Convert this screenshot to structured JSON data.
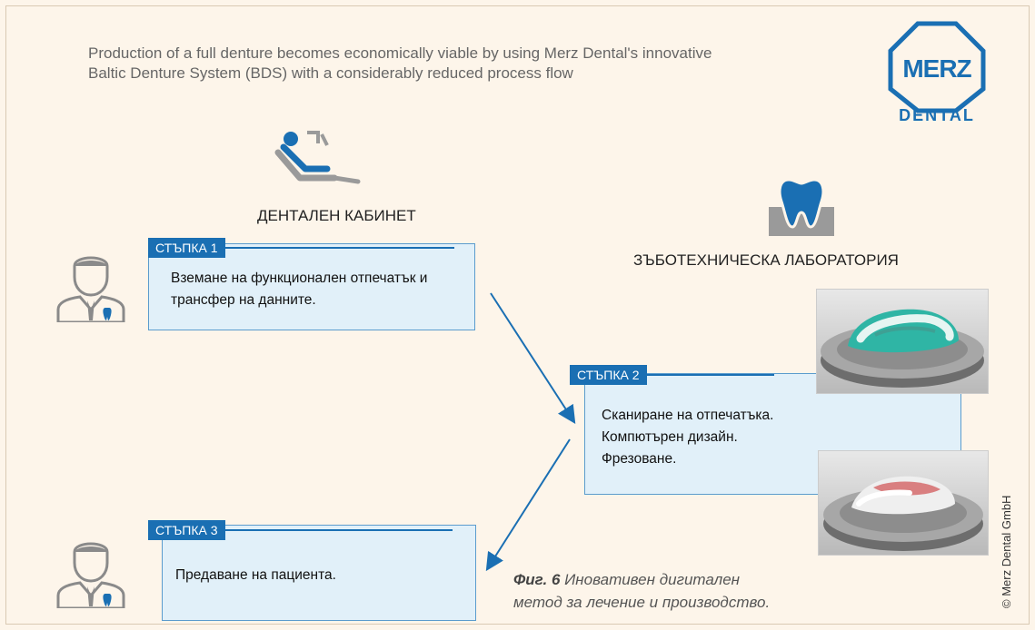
{
  "intro": {
    "line1": "Production of a full denture becomes economically viable by using Merz Dental's innovative",
    "line2": "Baltic Denture System (BDS) with a considerably reduced process flow"
  },
  "logo": {
    "brand": "MERZ",
    "sub": "DENTAL"
  },
  "headings": {
    "dental_office": "ДЕНТАЛЕН КАБИНЕТ",
    "dental_lab": "ЗЪБОТЕХНИЧЕСКА ЛАБОРАТОРИЯ"
  },
  "steps": [
    {
      "label": "СТЪПКА 1",
      "lines": [
        "Вземане на функционален отпечатък и",
        "трансфер на данните."
      ]
    },
    {
      "label": "СТЪПКА 2",
      "lines": [
        "Сканиране на отпечатъка.",
        "Компютърен дизайн.",
        "Фрезоване."
      ]
    },
    {
      "label": "СТЪПКА 3",
      "lines": [
        "Предаване на пациента."
      ]
    }
  ],
  "caption": {
    "prefix": "Фиг. 6",
    "line1": " Иновативен дигитален",
    "line2": "метод за лечение и производство."
  },
  "copyright": "© Merz Dental GmbH",
  "colors": {
    "accent": "#1a6fb3",
    "box_fill": "#e1f0f9",
    "box_border": "#5b9ccd",
    "background": "#fdf5ea"
  }
}
